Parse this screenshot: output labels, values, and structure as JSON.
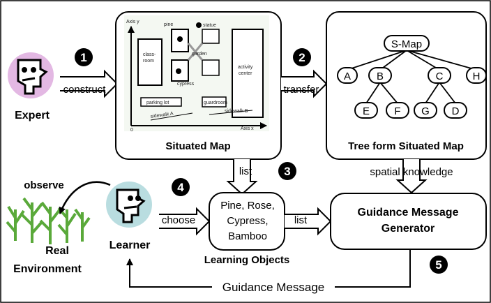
{
  "actors": {
    "expert": "Expert",
    "learner": "Learner",
    "observe": "observe",
    "real_environment": [
      "Real",
      "Environment"
    ]
  },
  "steps": [
    "1",
    "2",
    "3",
    "4",
    "5"
  ],
  "edges": {
    "construct": "construct",
    "transfer": "transfer",
    "list_down": "list",
    "spatial_knowledge": "spatial knowledge",
    "choose": "choose",
    "list_right": "list",
    "guidance_message": "Guidance Message"
  },
  "situated_map": {
    "caption": "Situated Map",
    "axis_y": "Axis y",
    "axis_x": "Axis x",
    "origin": "0",
    "labels": {
      "pine": "pine",
      "statue": "statue",
      "classroom": [
        "class-",
        "room"
      ],
      "garden": "garden",
      "cypress": "cypress",
      "activity_center": [
        "activity",
        "center"
      ],
      "parking_lot": "parking lot",
      "guardroom": "guardroom",
      "sidewalk_a": "sidewalk A",
      "sidewalk_b": "sidewalk B"
    }
  },
  "tree_map": {
    "caption": "Tree form Situated Map",
    "root": "S-Map",
    "level1": [
      "A",
      "B",
      "C",
      "H"
    ],
    "level2": [
      "E",
      "F",
      "G",
      "D"
    ]
  },
  "learning_objects": {
    "caption": "Learning Objects",
    "items": [
      "Pine, Rose,",
      "Cypress,",
      "Bamboo"
    ]
  },
  "generator": {
    "lines": [
      "Guidance Message",
      "Generator"
    ]
  },
  "colors": {
    "expert_circle": "#e3b8e3",
    "learner_circle": "#b9dde0",
    "plant": "#5aa93a",
    "step_badge": "#000000"
  }
}
